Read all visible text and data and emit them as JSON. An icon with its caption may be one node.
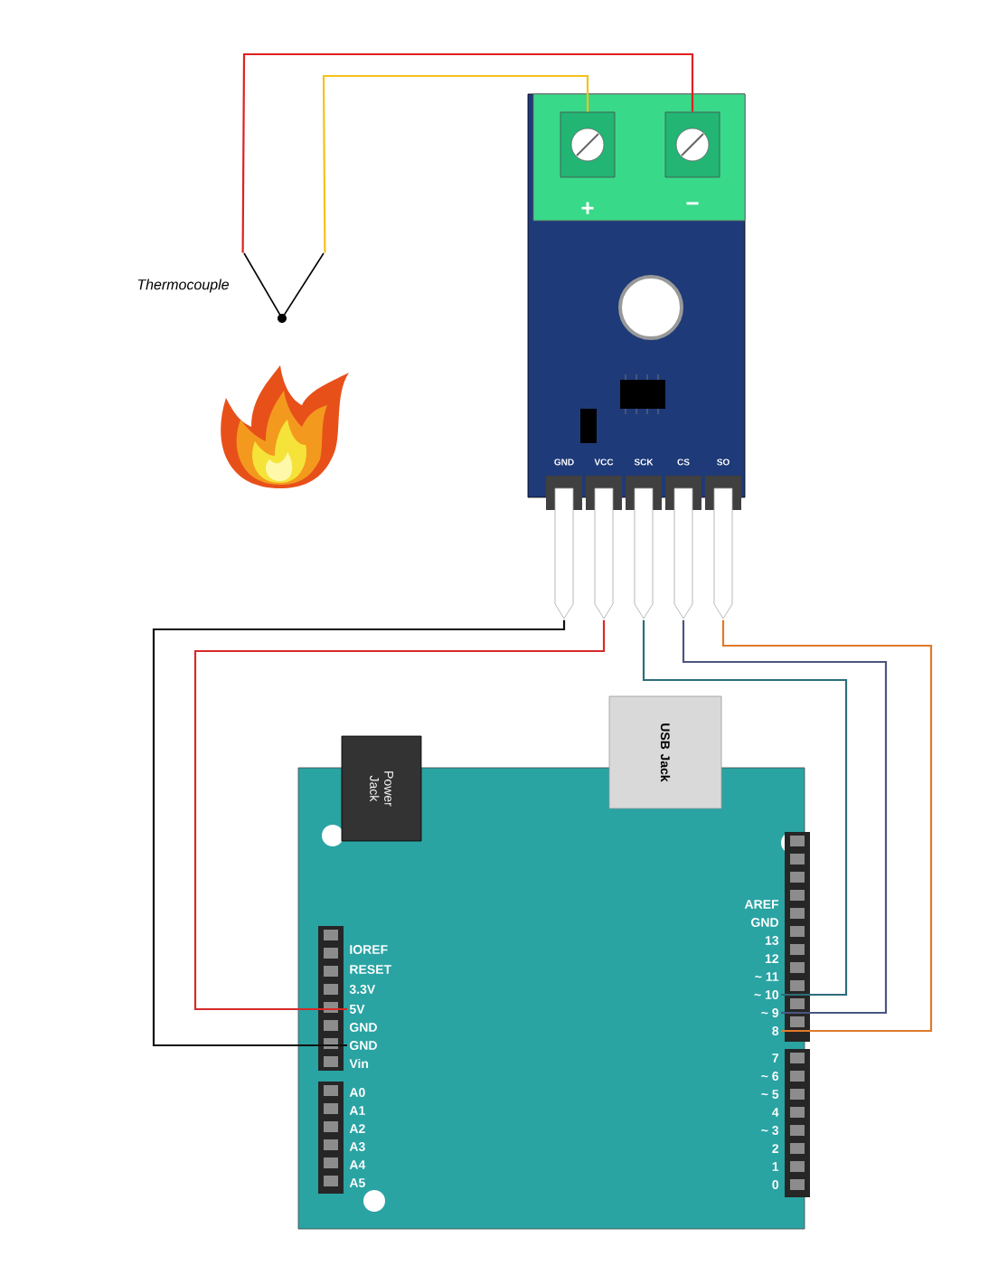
{
  "diagram": {
    "nodes": [
      {
        "text": [],
        "shape": "picture",
        "beside": [
          "Thermocouple"
        ]
      },
      {
        "text": [],
        "shape": "box"
      },
      {
        "text": [
          "+"
        ],
        "in": 1
      },
      {
        "text": [
          "−"
        ],
        "in": 1
      },
      {
        "text": [
          "GND"
        ]
      },
      {
        "text": [
          "VCC"
        ]
      },
      {
        "text": [
          "SCK"
        ]
      },
      {
        "text": [
          "CS"
        ]
      },
      {
        "text": [
          "SO"
        ]
      },
      {
        "text": [],
        "shape": "box"
      },
      {
        "text": [
          "USB Jack"
        ]
      },
      {
        "text": [
          "Power Jack"
        ]
      },
      {
        "text": [
          "~ 10"
        ],
        "in": 9
      },
      {
        "text": [
          "~ 9"
        ],
        "in": 9
      },
      {
        "text": [
          "8"
        ],
        "in": 9
      },
      {
        "text": [
          "5V"
        ],
        "in": 9
      },
      {
        "text": [
          "GND"
        ],
        "in": 9
      }
    ],
    "edges": [
      {
        "from": 0,
        "to": 2,
        "arrow": "none",
        "color": "#f5c21b"
      },
      {
        "from": 0,
        "to": 3,
        "arrow": "none",
        "color": "#e02020"
      },
      {
        "from": 4,
        "to": 16,
        "arrow": "none",
        "color": "#111111"
      },
      {
        "from": 5,
        "to": 15,
        "arrow": "none",
        "color": "#d62a2a"
      },
      {
        "from": 6,
        "to": 12,
        "arrow": "none",
        "color": "#2c6e78"
      },
      {
        "from": 7,
        "to": 13,
        "arrow": "none",
        "color": "#4b5680"
      },
      {
        "from": 8,
        "to": 14,
        "arrow": "none",
        "color": "#e07a2a"
      }
    ],
    "labels": [
      "AREF",
      "GND",
      "13",
      "12",
      "~ 11",
      "IOREF",
      "RESET",
      "3.3V",
      "GND",
      "Vin",
      "7",
      "~ 6",
      "~ 5",
      "4",
      "~ 3",
      "2",
      "1",
      "0",
      "A0",
      "A1",
      "A2",
      "A3",
      "A4",
      "A5"
    ]
  }
}
